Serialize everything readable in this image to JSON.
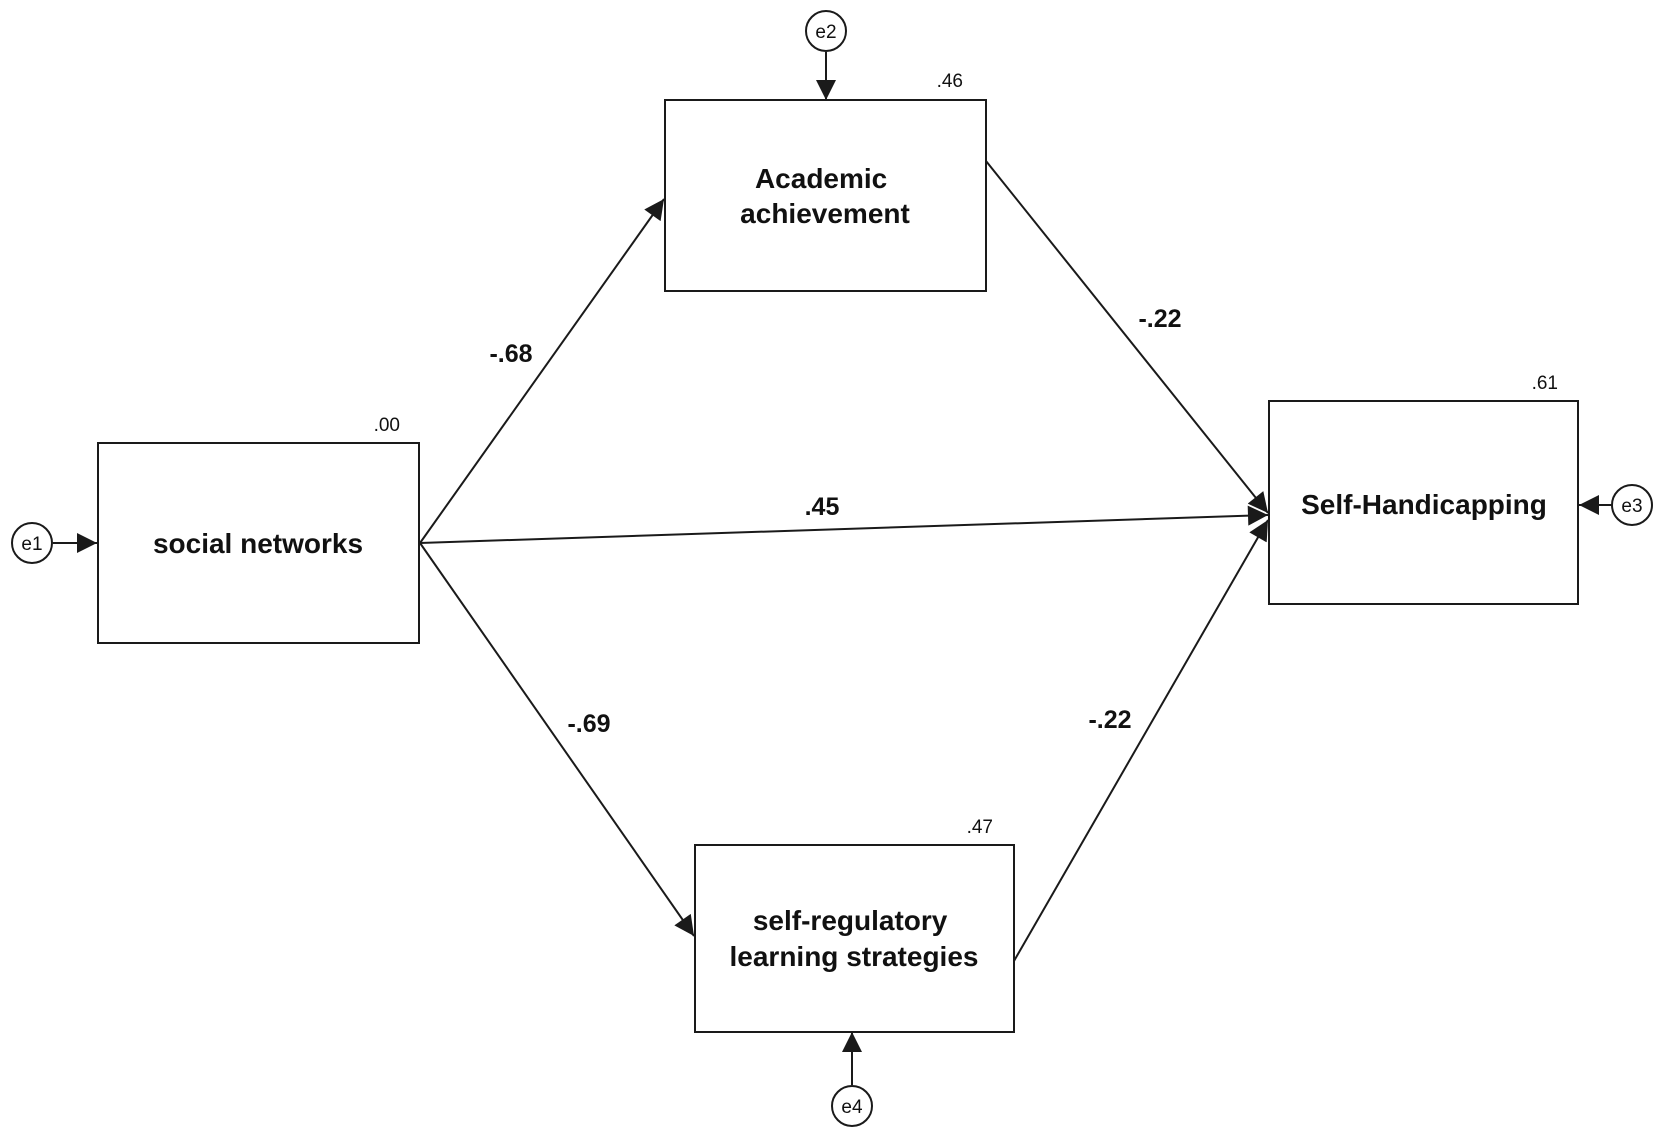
{
  "nodes": {
    "social_networks": {
      "lines": [
        "social networks"
      ],
      "r2": ".00"
    },
    "academic_achievement": {
      "lines": [
        "Academic",
        "achievement"
      ],
      "r2": ".46"
    },
    "self_handicapping": {
      "lines": [
        "Self-Handicapping"
      ],
      "r2": ".61"
    },
    "self_regulatory": {
      "lines": [
        "self-regulatory",
        "learning strategies"
      ],
      "r2": ".47"
    }
  },
  "errors": {
    "e1": "e1",
    "e2": "e2",
    "e3": "e3",
    "e4": "e4"
  },
  "paths": {
    "sn_to_aa": "-.68",
    "sn_to_sh": ".45",
    "sn_to_srl": "-.69",
    "aa_to_sh": "-.22",
    "srl_to_sh": "-.22"
  }
}
